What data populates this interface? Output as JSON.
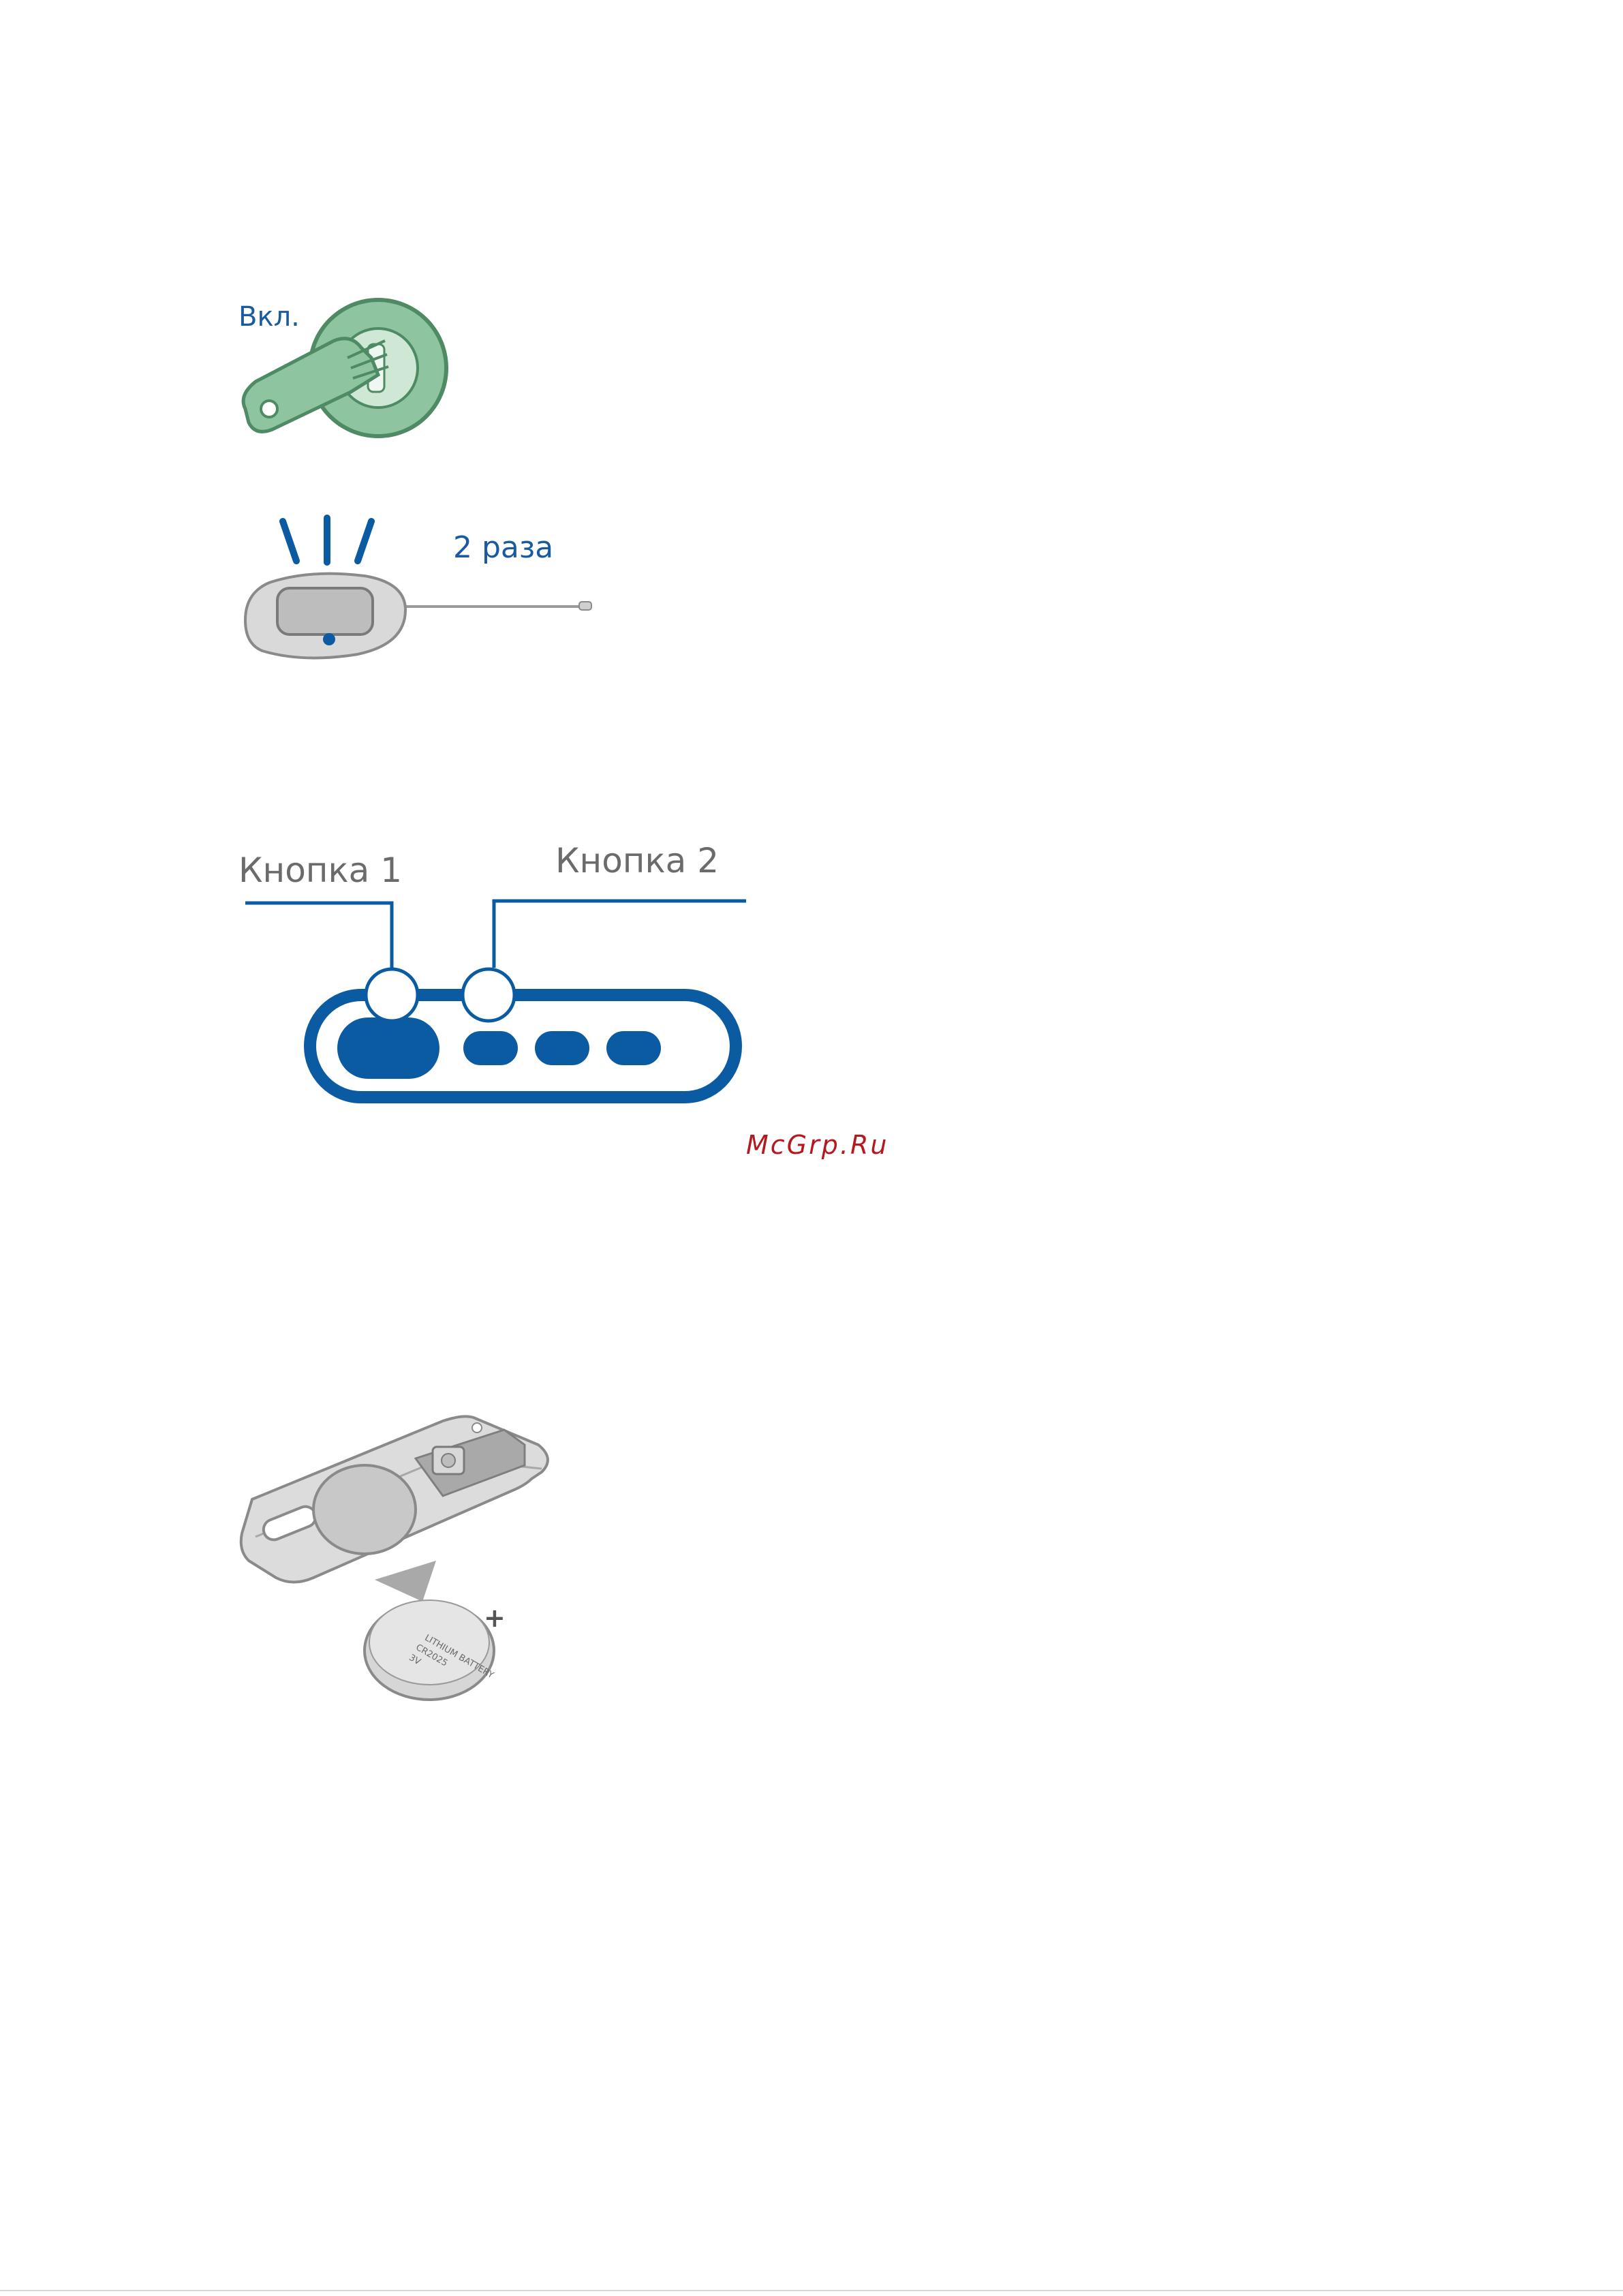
{
  "figures": {
    "ignition": {
      "label": "Вкл."
    },
    "remote_blink": {
      "label": "2 раза"
    },
    "buttons": {
      "button1_label": "Кнопка 1",
      "button2_label": "Кнопка 2"
    },
    "battery": {
      "battery_text": [
        "LITHIUM BATTERY",
        "CR2025",
        "3V"
      ],
      "polarity": "+"
    }
  },
  "watermark": "McGrp.Ru",
  "colors": {
    "accent_blue": "#0b5ba3",
    "key_green": "#8fc4a0",
    "device_gray": "#cfcfcf",
    "watermark_red": "#b3191f"
  }
}
